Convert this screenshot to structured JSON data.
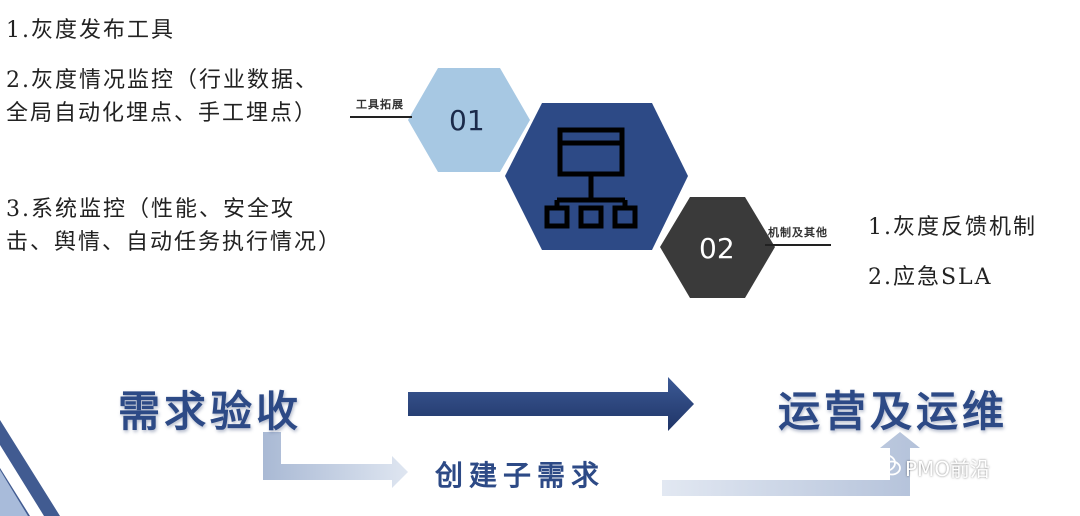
{
  "left_items": [
    "1.灰度发布工具",
    "2.灰度情况监控（行业数据、全局自动化埋点、手工埋点）",
    "3.系统监控（性能、安全攻击、舆情、自动任务执行情况）"
  ],
  "hex_top": {
    "label": "工具拓展",
    "number": "01",
    "color": "#a7c8e3"
  },
  "hex_center": {
    "icon": "network-hierarchy-icon",
    "color": "#2d4a86"
  },
  "hex_bottom": {
    "label": "机制及其他",
    "number": "02",
    "color": "#3a3a3a"
  },
  "right_items": [
    "1.灰度反馈机制",
    "2.应急SLA"
  ],
  "flow": {
    "start": "需求验收",
    "end": "运营及运维",
    "middle": "创建子需求"
  },
  "watermark": "PMO前沿"
}
